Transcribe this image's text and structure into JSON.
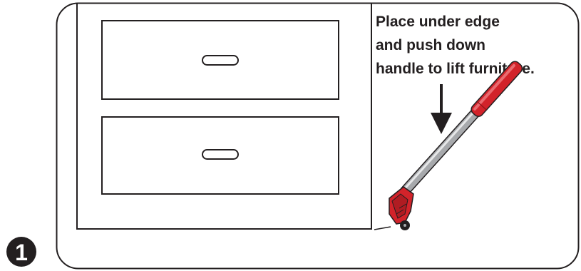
{
  "step": {
    "number": "1"
  },
  "instruction": {
    "line1": "Place under edge",
    "line2": "and push down",
    "line3": "handle to lift furniture."
  },
  "colors": {
    "stroke": "#231f20",
    "handle_grip": "#d2232a",
    "handle_grip_dark": "#8b1519",
    "shaft": "#a7a9ac",
    "shaft_highlight": "#e6e7e8",
    "background": "#ffffff"
  }
}
